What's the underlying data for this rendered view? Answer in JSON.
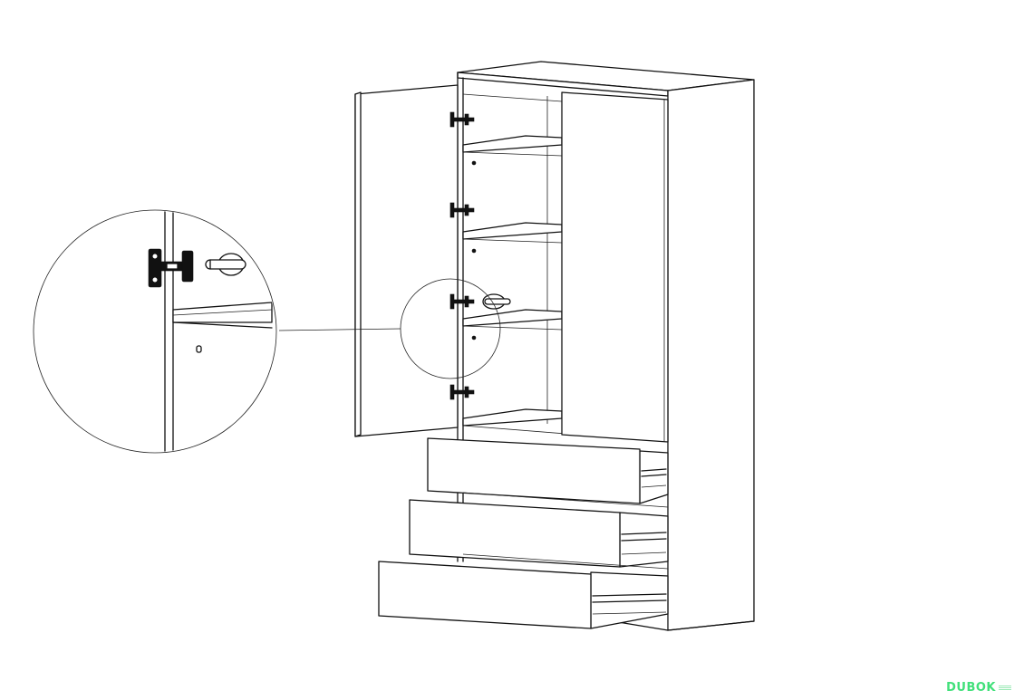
{
  "illustration": {
    "subject": "wardrobe",
    "doors": 2,
    "drawers": 3,
    "detail_callout": "door-hinge"
  },
  "watermark": {
    "text": "DUBOK",
    "color": "#41e07a"
  },
  "colors": {
    "line": "#111111",
    "background": "#ffffff"
  }
}
